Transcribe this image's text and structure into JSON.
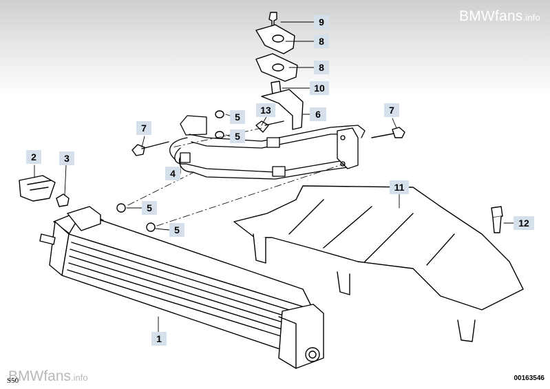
{
  "watermark": {
    "brand": "BMWfans",
    "domain": ".info"
  },
  "diagram_code": "00163546",
  "corner_code": "S50",
  "callouts": [
    {
      "id": "c9",
      "label": "9"
    },
    {
      "id": "c8a",
      "label": "8"
    },
    {
      "id": "c8b",
      "label": "8"
    },
    {
      "id": "c10",
      "label": "10"
    },
    {
      "id": "c6",
      "label": "6"
    },
    {
      "id": "c13",
      "label": "13"
    },
    {
      "id": "c5a",
      "label": "5"
    },
    {
      "id": "c5b",
      "label": "5"
    },
    {
      "id": "c7a",
      "label": "7"
    },
    {
      "id": "c7b",
      "label": "7"
    },
    {
      "id": "c4",
      "label": "4"
    },
    {
      "id": "c2",
      "label": "2"
    },
    {
      "id": "c3",
      "label": "3"
    },
    {
      "id": "c5c",
      "label": "5"
    },
    {
      "id": "c5d",
      "label": "5"
    },
    {
      "id": "c11",
      "label": "11"
    },
    {
      "id": "c12",
      "label": "12"
    },
    {
      "id": "c1",
      "label": "1"
    }
  ]
}
